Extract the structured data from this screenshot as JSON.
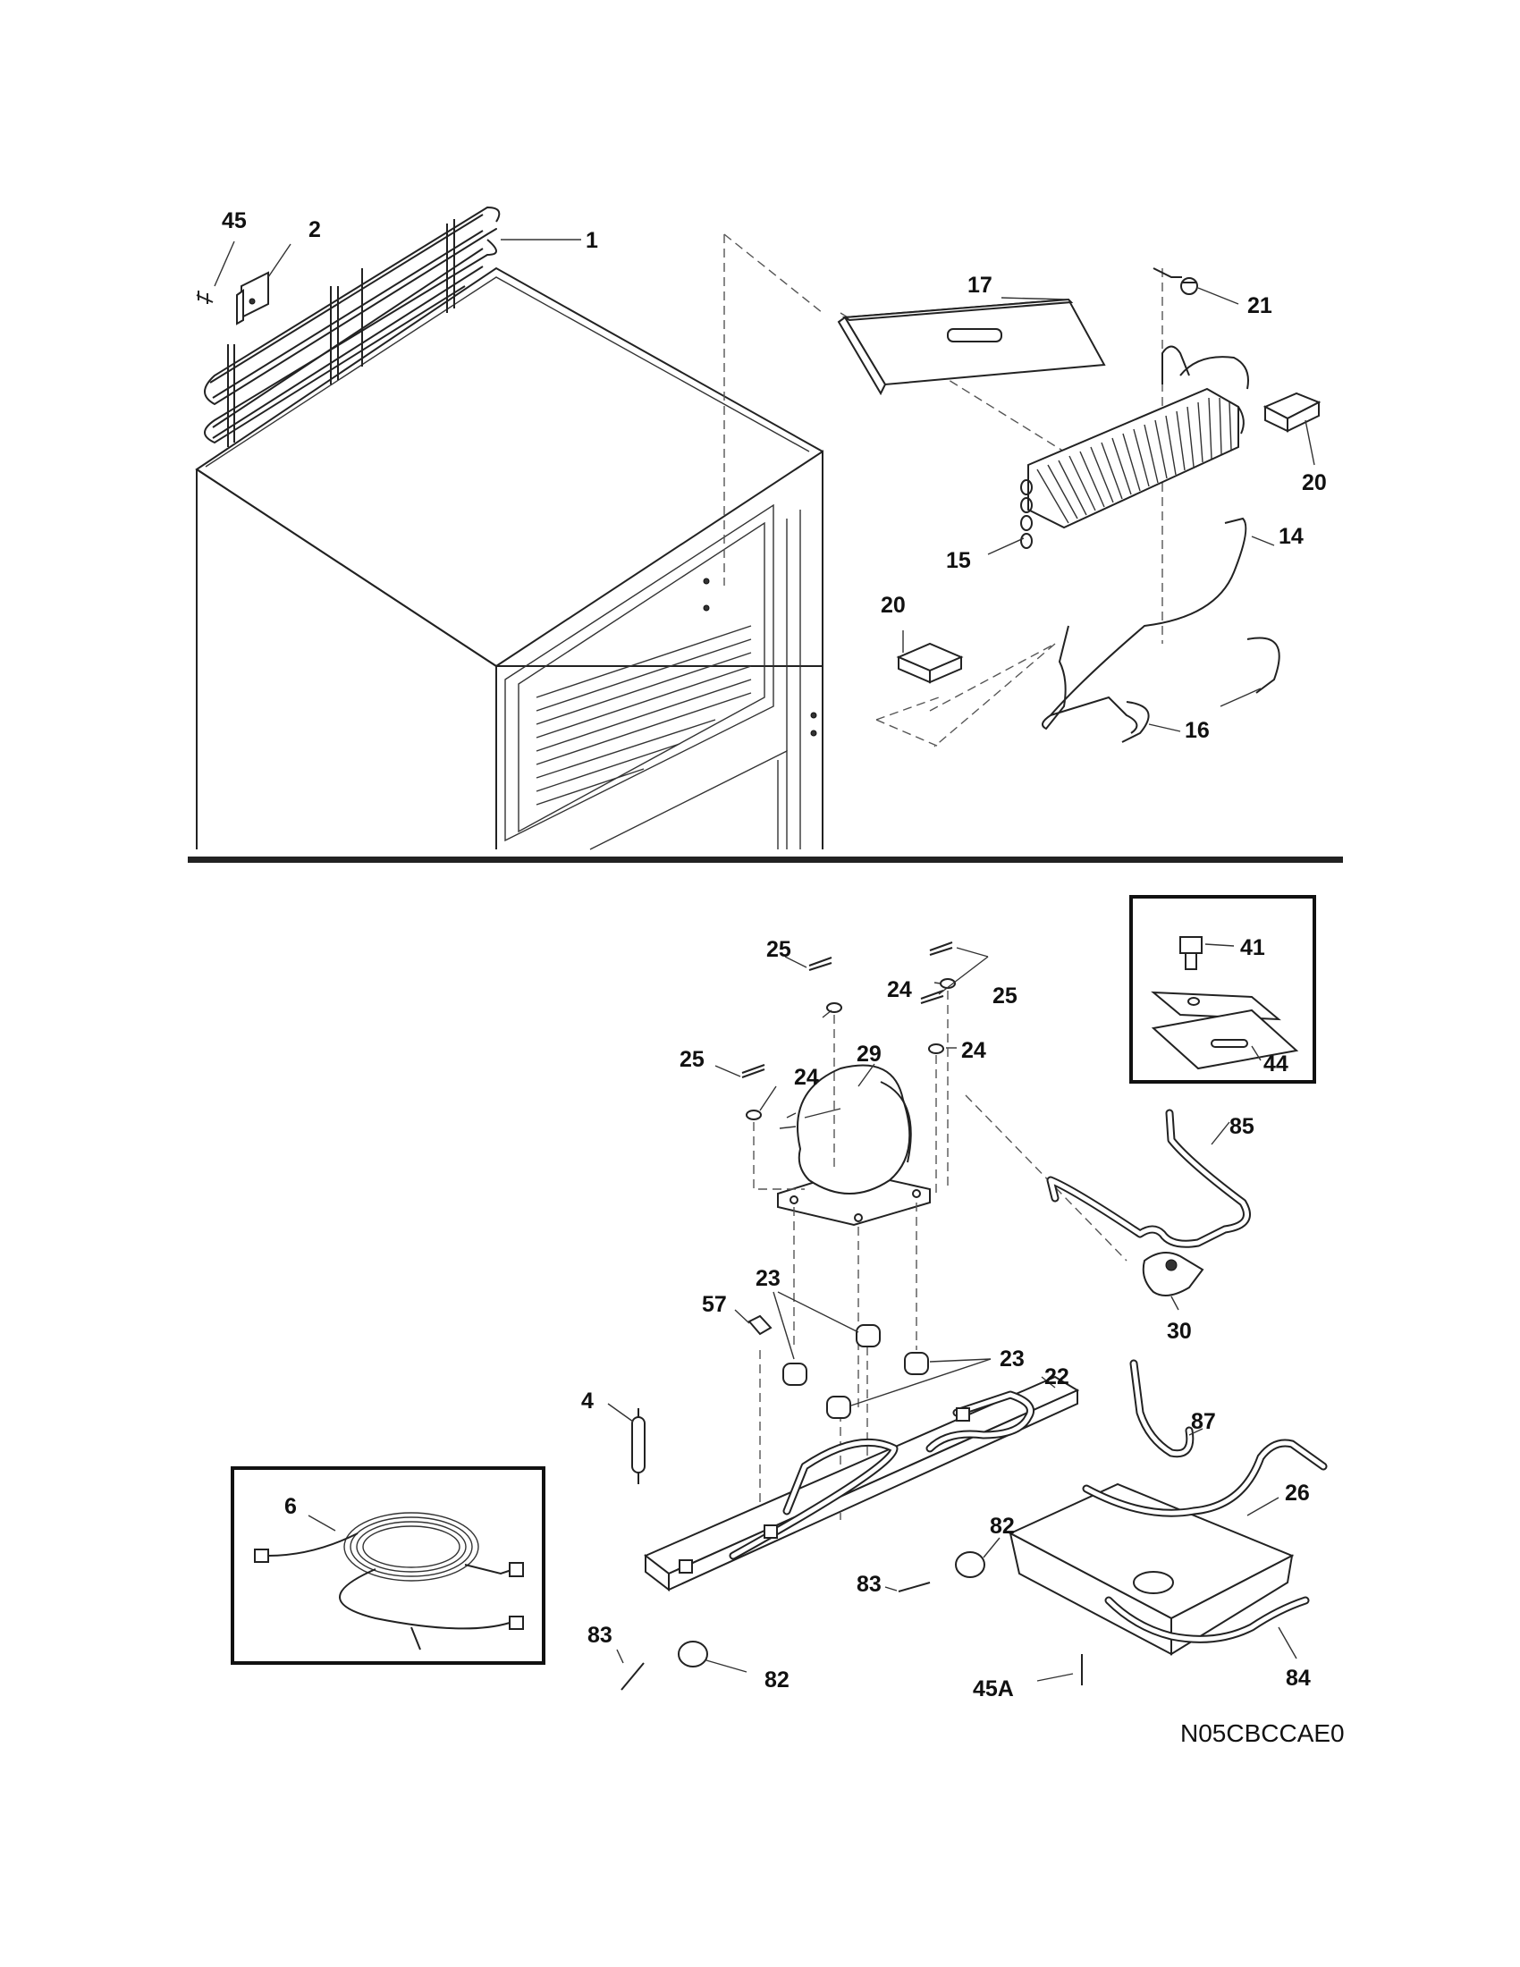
{
  "diagram_code": "N05CBCCAE0",
  "callouts": {
    "p45": "45",
    "p2": "2",
    "p1": "1",
    "p17": "17",
    "p21": "21",
    "p20a": "20",
    "p20b": "20",
    "p14": "14",
    "p15": "15",
    "p16": "16",
    "p25a": "25",
    "p25b": "25",
    "p25c": "25",
    "p24a": "24",
    "p24b": "24",
    "p24c": "24",
    "p29": "29",
    "p41": "41",
    "p44": "44",
    "p85": "85",
    "p57": "57",
    "p23a": "23",
    "p23b": "23",
    "p30": "30",
    "p4": "4",
    "p22": "22",
    "p87": "87",
    "p6": "6",
    "p26": "26",
    "p82a": "82",
    "p82b": "82",
    "p83a": "83",
    "p83b": "83",
    "p84": "84",
    "p45A": "45A"
  }
}
